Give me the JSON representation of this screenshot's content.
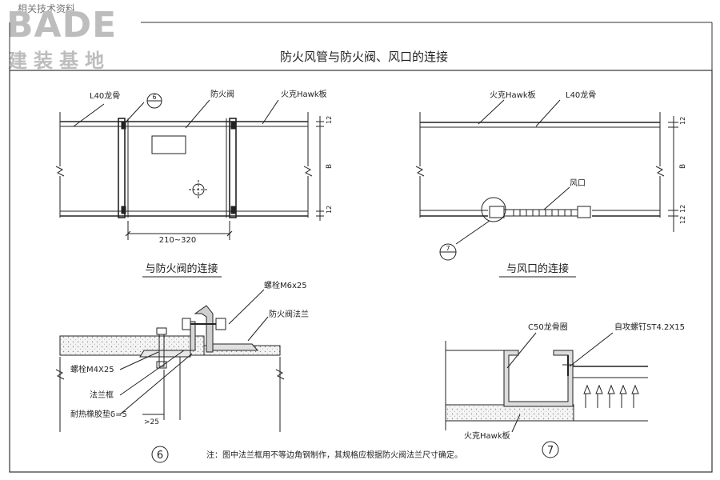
{
  "watermark": {
    "top": "相关技术资料",
    "logo": "BADE",
    "sub": "建装基地"
  },
  "title": "防火风管与防火阀、风口的连接",
  "view_damper": {
    "caption": "与防火阀的连接",
    "labels": {
      "keel": "L40龙骨",
      "damper": "防火阀",
      "board": "火克Hawk板",
      "dim_width": "210~320",
      "dim_12a": "12",
      "dim_b": "B",
      "dim_12b": "12",
      "callout": "6"
    }
  },
  "view_vent": {
    "caption": "与风口的连接",
    "labels": {
      "board": "火克Hawk板",
      "keel": "L40龙骨",
      "vent": "风口",
      "dim_12a": "12",
      "dim_b": "B",
      "dim_12b": "12",
      "dim_12c": "12",
      "callout": "7"
    }
  },
  "detail6": {
    "number": "6",
    "labels": {
      "bolt_m6": "螺栓M6x25",
      "flange": "防火阀法兰",
      "bolt_m4": "螺栓M4X25",
      "frame": "法兰框",
      "gasket": "耐热橡胶垫δ=5",
      "dim": ">25"
    }
  },
  "detail7": {
    "number": "7",
    "labels": {
      "keel": "C50龙骨圈",
      "screw": "自攻螺钉ST4.2X15",
      "board": "火克Hawk板"
    }
  },
  "note": "注：图中法兰框用不等边角钢制作，其规格应根据防火阀法兰尺寸确定。"
}
